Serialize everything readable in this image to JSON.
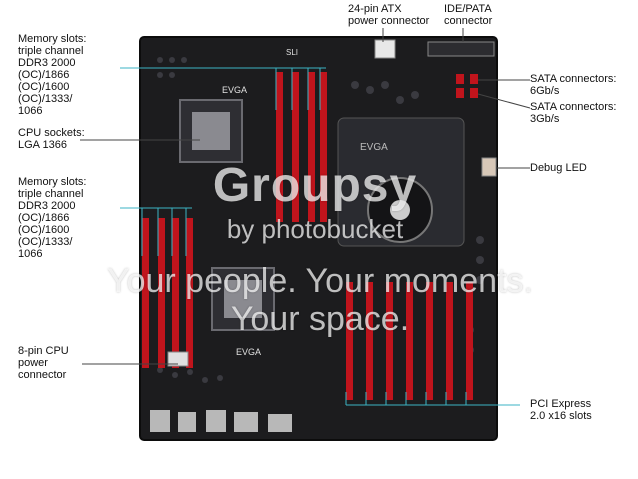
{
  "labels": {
    "memory_top": "Memory slots:\ntriple channel\nDDR3 2000\n(OC)/1866\n(OC)/1600\n(OC)/1333/\n1066",
    "cpu_sockets": "CPU sockets:\nLGA 1366",
    "memory_bottom": "Memory slots:\ntriple channel\nDDR3 2000\n(OC)/1866\n(OC)/1600\n(OC)/1333/\n1066",
    "cpu_power": "8-pin CPU\npower\nconnector",
    "atx_power": "24-pin ATX\npower connector",
    "ide": "IDE/PATA\nconnector",
    "sata6": "SATA connectors:\n6Gb/s",
    "sata3": "SATA connectors:\n3Gb/s",
    "debug_led": "Debug LED",
    "pci_express": "PCI Express\n2.0 x16 slots"
  },
  "board_text": {
    "brand_top": "EVGA",
    "brand_mid": "EVGA",
    "sli": "SLI",
    "heatsink_brand": "EVGA"
  },
  "watermark": {
    "brand": "Groupsy",
    "sub": "by photobucket",
    "line1": "Your people. Your moments.",
    "line2": "Your space."
  },
  "colors": {
    "board": "#1c1c1e",
    "ram_slot": "#c0141c",
    "callout_line": "#3bb3c4"
  }
}
